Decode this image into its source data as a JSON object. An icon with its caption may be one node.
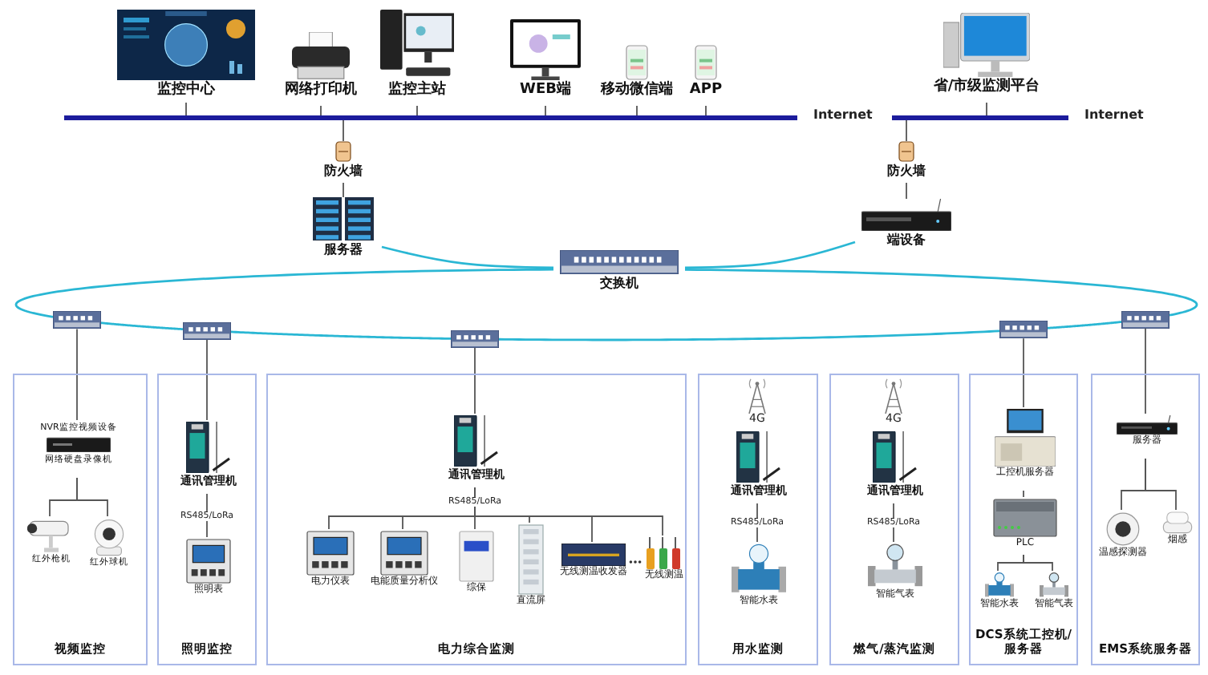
{
  "diagram": {
    "nodes": [
      {
        "text": [
          "监控中心"
        ]
      },
      {
        "text": [
          "网络打印机"
        ]
      },
      {
        "text": [
          "监控主站"
        ]
      },
      {
        "text": [
          "WEB端"
        ]
      },
      {
        "text": [
          "移动微信端"
        ]
      },
      {
        "text": [
          "APP"
        ]
      },
      {
        "text": [
          "省/市级监测平台"
        ]
      },
      {
        "text": [],
        "shape": "bar",
        "beside": [
          "Internet"
        ]
      },
      {
        "text": [],
        "shape": "bar",
        "beside": [
          "Internet"
        ]
      },
      {
        "text": [
          "防火墙"
        ]
      },
      {
        "text": [
          "服务器"
        ]
      },
      {
        "text": [
          "防火墙"
        ]
      },
      {
        "text": [
          "端设备"
        ]
      },
      {
        "text": [
          "交换机"
        ]
      },
      {
        "text": [],
        "shape": "box"
      },
      {
        "text": [],
        "shape": "box"
      },
      {
        "text": [],
        "shape": "box"
      },
      {
        "text": [],
        "shape": "box"
      },
      {
        "text": [],
        "shape": "box"
      },
      {
        "text": [
          "视频监控"
        ]
      },
      {
        "text": [
          "NVR监控视频设备",
          "网络硬盘录像机"
        ],
        "in": 19
      },
      {
        "text": [
          "红外枪机"
        ],
        "in": 19
      },
      {
        "text": [
          "红外球机"
        ],
        "in": 19
      },
      {
        "text": [
          "照明监控"
        ]
      },
      {
        "text": [
          "通讯管理机"
        ],
        "in": 23
      },
      {
        "text": [
          "照明表"
        ],
        "in": 23
      },
      {
        "text": [
          "电力综合监测"
        ]
      },
      {
        "text": [
          "通讯管理机"
        ],
        "in": 26
      },
      {
        "text": [
          "电力仪表"
        ],
        "in": 26
      },
      {
        "text": [
          "电能质量分析仪"
        ],
        "in": 26
      },
      {
        "text": [
          "综保"
        ],
        "in": 26
      },
      {
        "text": [
          "直流屏"
        ],
        "in": 26
      },
      {
        "text": [
          "无线测温收发器"
        ],
        "in": 26
      },
      {
        "text": [
          "无线测温"
        ],
        "in": 26
      },
      {
        "text": [
          "用水监测"
        ]
      },
      {
        "text": [
          "通讯管理机"
        ],
        "in": 34
      },
      {
        "text": [
          "智能水表"
        ],
        "in": 34
      },
      {
        "text": [
          "燃气/蒸汽监测"
        ]
      },
      {
        "text": [
          "通讯管理机"
        ],
        "in": 37
      },
      {
        "text": [
          "智能气表"
        ],
        "in": 37
      },
      {
        "text": [
          "DCS系统工控机/服务器"
        ]
      },
      {
        "text": [
          "工控机服务器"
        ],
        "in": 40
      },
      {
        "text": [
          "PLC"
        ],
        "in": 40
      },
      {
        "text": [
          "智能水表"
        ],
        "in": 40
      },
      {
        "text": [
          "智能气表"
        ],
        "in": 40
      },
      {
        "text": [
          "EMS系统服务器"
        ]
      },
      {
        "text": [
          "服务器"
        ],
        "in": 45
      },
      {
        "text": [
          "温感探测器"
        ],
        "in": 45
      },
      {
        "text": [
          "烟感"
        ],
        "in": 45
      }
    ],
    "edges": [
      {
        "from": 0,
        "to": 7,
        "arrow": "none"
      },
      {
        "from": 1,
        "to": 7,
        "arrow": "none"
      },
      {
        "from": 2,
        "to": 7,
        "arrow": "none"
      },
      {
        "from": 3,
        "to": 7,
        "arrow": "none"
      },
      {
        "from": 4,
        "to": 7,
        "arrow": "none"
      },
      {
        "from": 5,
        "to": 7,
        "arrow": "none"
      },
      {
        "from": 6,
        "to": 8,
        "arrow": "none"
      },
      {
        "from": 7,
        "to": 9,
        "arrow": "none"
      },
      {
        "from": 9,
        "to": 10,
        "arrow": "none"
      },
      {
        "from": 10,
        "to": 13,
        "arrow": "none",
        "color": "#2ab7d4"
      },
      {
        "from": 8,
        "to": 11,
        "arrow": "none"
      },
      {
        "from": 11,
        "to": 12,
        "arrow": "none"
      },
      {
        "from": 12,
        "to": 13,
        "arrow": "none",
        "color": "#2ab7d4"
      },
      {
        "from": 13,
        "to": 14,
        "arrow": "none",
        "color": "#2ab7d4"
      },
      {
        "from": 14,
        "to": 15,
        "arrow": "none",
        "color": "#2ab7d4"
      },
      {
        "from": 15,
        "to": 16,
        "arrow": "none",
        "color": "#2ab7d4"
      },
      {
        "from": 16,
        "to": 17,
        "arrow": "none",
        "color": "#2ab7d4"
      },
      {
        "from": 17,
        "to": 18,
        "arrow": "none",
        "color": "#2ab7d4"
      },
      {
        "from": 18,
        "to": 13,
        "arrow": "none",
        "color": "#2ab7d4"
      },
      {
        "from": 14,
        "to": 20,
        "arrow": "none"
      },
      {
        "from": 20,
        "to": 21,
        "arrow": "none"
      },
      {
        "from": 20,
        "to": 22,
        "arrow": "none"
      },
      {
        "from": 15,
        "to": 24,
        "arrow": "none"
      },
      {
        "from": 24,
        "to": 25,
        "arrow": "none",
        "label": "RS485/LoRa"
      },
      {
        "from": 16,
        "to": 27,
        "arrow": "none"
      },
      {
        "from": 27,
        "to": 28,
        "arrow": "none"
      },
      {
        "from": 27,
        "to": 29,
        "arrow": "none"
      },
      {
        "from": 27,
        "to": 30,
        "arrow": "none"
      },
      {
        "from": 27,
        "to": 31,
        "arrow": "none"
      },
      {
        "from": 27,
        "to": 32,
        "arrow": "none"
      },
      {
        "from": 27,
        "to": 33,
        "arrow": "none"
      },
      {
        "from": 35,
        "to": 36,
        "arrow": "none",
        "label": "RS485/LoRa"
      },
      {
        "from": 38,
        "to": 39,
        "arrow": "none",
        "label": "RS485/LoRa"
      },
      {
        "from": 17,
        "to": 41,
        "arrow": "none"
      },
      {
        "from": 41,
        "to": 42,
        "arrow": "none"
      },
      {
        "from": 42,
        "to": 43,
        "arrow": "none"
      },
      {
        "from": 42,
        "to": 44,
        "arrow": "none"
      },
      {
        "from": 18,
        "to": 46,
        "arrow": "none"
      },
      {
        "from": 46,
        "to": 47,
        "arrow": "none"
      },
      {
        "from": 46,
        "to": 48,
        "arrow": "none"
      }
    ],
    "labels": [
      "4G",
      "4G",
      "RS485/LoRa"
    ]
  }
}
